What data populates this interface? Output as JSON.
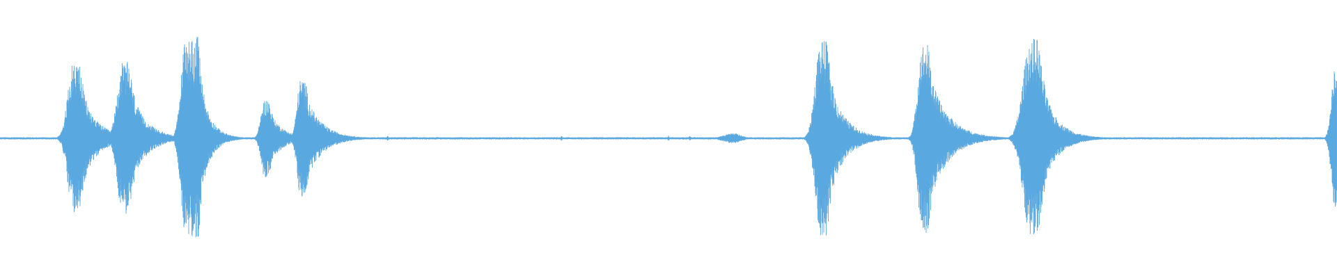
{
  "waveform": {
    "color": "#5aa8e0",
    "background": "#ffffff",
    "time_range": [
      0,
      1
    ],
    "amplitude_range": [
      -1,
      1
    ],
    "noise_floor": 0.008,
    "bursts": [
      {
        "center": 0.055,
        "width": 0.006,
        "peak": 0.55,
        "decay": 0.012
      },
      {
        "center": 0.092,
        "width": 0.006,
        "peak": 0.55,
        "decay": 0.012
      },
      {
        "center": 0.142,
        "width": 0.005,
        "peak": 0.73,
        "decay": 0.008,
        "plateau": 0.006
      },
      {
        "center": 0.198,
        "width": 0.004,
        "peak": 0.28,
        "decay": 0.01
      },
      {
        "center": 0.225,
        "width": 0.004,
        "peak": 0.43,
        "decay": 0.012
      },
      {
        "center": 0.548,
        "width": 0.01,
        "peak": 0.035,
        "decay": 0.004
      },
      {
        "center": 0.614,
        "width": 0.006,
        "peak": 0.7,
        "decay": 0.012
      },
      {
        "center": 0.69,
        "width": 0.005,
        "peak": 0.68,
        "decay": 0.014
      },
      {
        "center": 0.771,
        "width": 0.008,
        "peak": 0.72,
        "decay": 0.012
      },
      {
        "center": 0.999,
        "width": 0.004,
        "peak": 0.58,
        "decay": 0.004
      }
    ],
    "ticks": [
      0.29,
      0.42,
      0.5,
      0.516
    ]
  }
}
